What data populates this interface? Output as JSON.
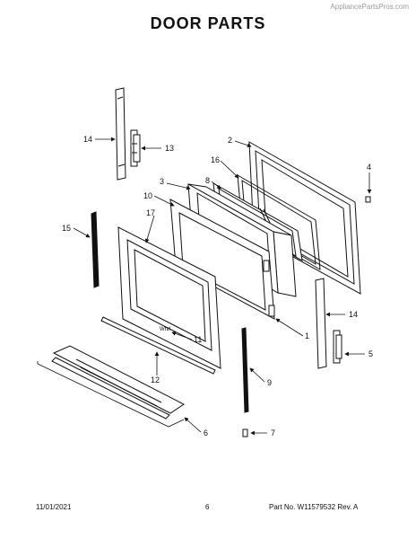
{
  "watermark": "AppliancePartsPros.com",
  "title": "DOOR PARTS",
  "callouts": {
    "c1": "1",
    "c2": "2",
    "c3": "3",
    "c5": "5",
    "c6": "6",
    "c7": "7",
    "c8": "8",
    "c9": "9",
    "c10": "10",
    "c11": "11",
    "c12": "12",
    "c13": "13",
    "c14a": "14",
    "c14b": "14",
    "c15": "15",
    "c16": "16",
    "c17": "17",
    "c4": "4"
  },
  "footer": {
    "date": "11/01/2021",
    "page": "6",
    "part": "Part No.  W11579532  Rev.  A"
  },
  "colors": {
    "line": "#111111",
    "fill": "#ffffff",
    "shade": "#d9d9d9"
  }
}
